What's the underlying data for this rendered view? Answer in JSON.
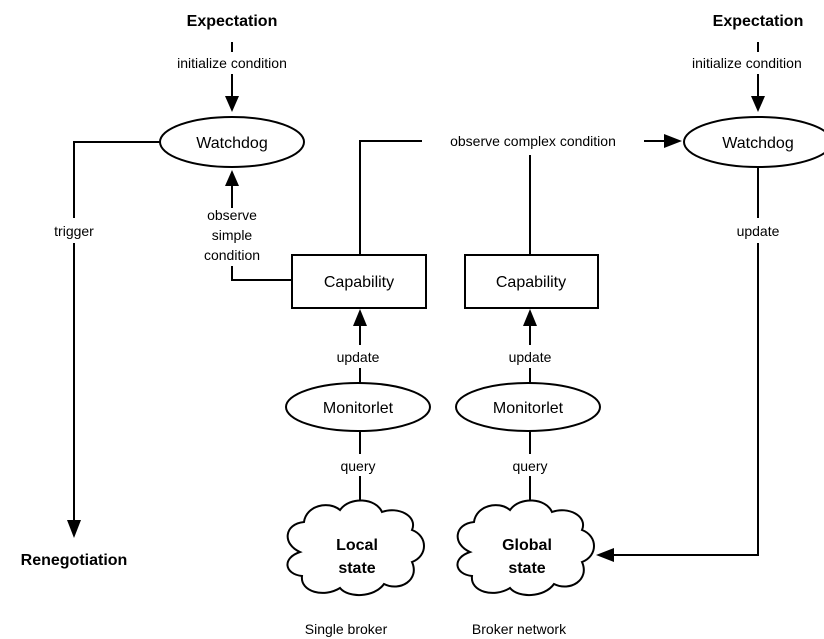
{
  "left": {
    "expectation": "Expectation",
    "initialize_label": "initialize condition",
    "watchdog": "Watchdog",
    "trigger_label": "trigger",
    "renegotiation": "Renegotiation",
    "observe_simple": [
      "observe",
      "simple",
      "condition"
    ],
    "capability": "Capability",
    "update_label": "update",
    "monitorlet": "Monitorlet",
    "query_label": "query",
    "state": [
      "Local",
      "state"
    ],
    "caption": "Single broker"
  },
  "right": {
    "expectation": "Expectation",
    "initialize_label": "initialize condition",
    "watchdog": "Watchdog",
    "update_watchdog_label": "update",
    "observe_complex": "observe complex condition",
    "capability": "Capability",
    "update_label": "update",
    "monitorlet": "Monitorlet",
    "query_label": "query",
    "state": [
      "Global",
      "state"
    ],
    "caption": "Broker network"
  }
}
